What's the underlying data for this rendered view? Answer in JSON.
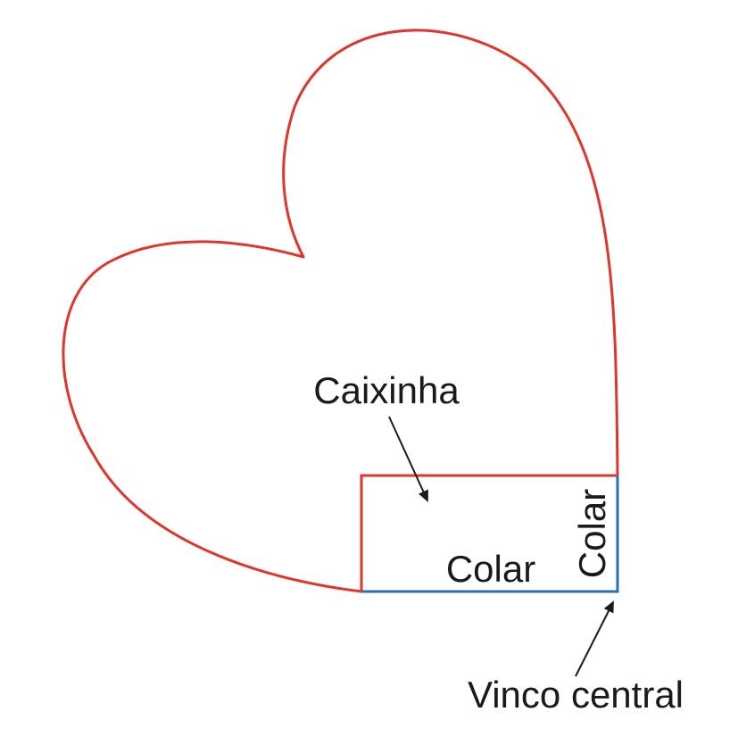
{
  "labels": {
    "box": "Caixinha",
    "glue_bottom": "Colar",
    "glue_side": "Colar",
    "center_fold": "Vinco central"
  },
  "colors": {
    "cut_line": "#e0352b",
    "fold_line": "#2f6db5",
    "text": "#1a1a1a",
    "arrow": "#1a1a1a",
    "background": "#ffffff"
  }
}
